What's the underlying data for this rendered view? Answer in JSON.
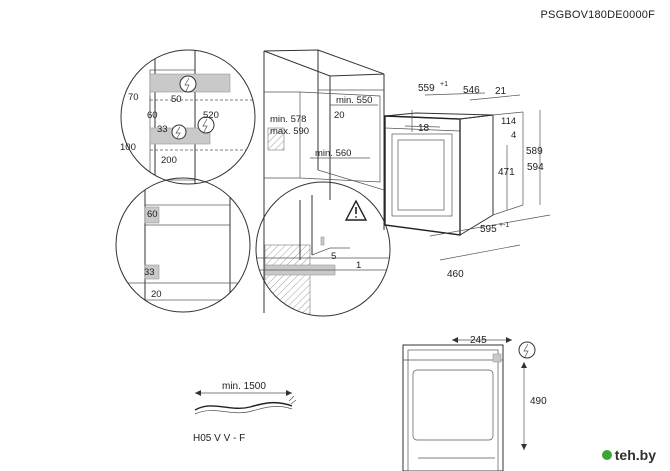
{
  "header": {
    "code": "PSGBOV180DE0000F"
  },
  "detail_top": {
    "labels": [
      "70",
      "60",
      "520",
      "33",
      "100",
      "200",
      "50"
    ]
  },
  "niche": {
    "labels": [
      "min. 550",
      "20",
      "min. 578",
      "max. 590",
      "min. 560"
    ]
  },
  "oven": {
    "labels": [
      "559",
      "+1",
      "546",
      "21",
      "18",
      "114",
      "4",
      "589",
      "594",
      "471",
      "595",
      "+-1",
      "460"
    ]
  },
  "detail_bottom": {
    "labels": [
      "60",
      "33",
      "20"
    ]
  },
  "ventilation": {
    "labels": [
      "5",
      "1"
    ]
  },
  "cable": {
    "length": "min. 1500",
    "type": "H05 V V - F"
  },
  "socket": {
    "labels": [
      "245",
      "490"
    ]
  },
  "watermark": {
    "text": "teh.by"
  }
}
